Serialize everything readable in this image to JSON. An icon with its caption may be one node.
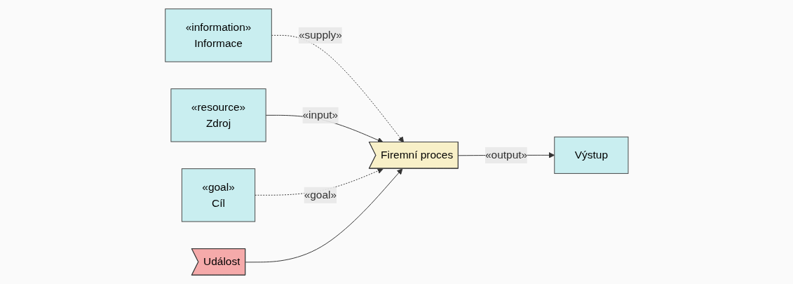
{
  "diagram": {
    "nodes": [
      {
        "text": [
          "«information»",
          "Informace"
        ]
      },
      {
        "text": [
          "«resource»",
          "Zdroj"
        ]
      },
      {
        "text": [
          "«goal»",
          "Cíl"
        ]
      },
      {
        "text": [
          "Událost"
        ]
      },
      {
        "text": [
          "Firemní proces"
        ]
      },
      {
        "text": [
          "Výstup"
        ]
      }
    ],
    "edges": [
      {
        "from": 0,
        "to": 4,
        "arrow": "to",
        "label": "«supply»",
        "style": "dashed"
      },
      {
        "from": 1,
        "to": 4,
        "arrow": "to",
        "label": "«input»"
      },
      {
        "from": 2,
        "to": 4,
        "arrow": "to",
        "label": "«goal»",
        "style": "dashed"
      },
      {
        "from": 3,
        "to": 4,
        "arrow": "to"
      },
      {
        "from": 4,
        "to": 5,
        "arrow": "to",
        "label": "«output»"
      }
    ]
  }
}
